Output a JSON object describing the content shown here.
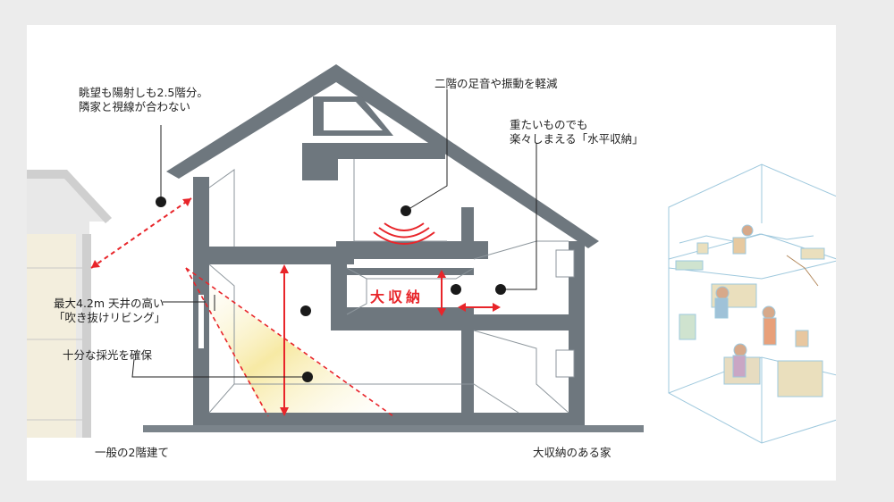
{
  "labels": {
    "view_line1": "眺望も陽射しも2.5階分。",
    "view_line2": "隣家と視線が合わない",
    "footstep": "二階の足音や振動を軽減",
    "heavy_line1": "重たいものでも",
    "heavy_line2": "楽々しまえる「水平収納」",
    "ceiling_line1": "最大4.2m 天井の高い",
    "ceiling_line2": "「吹き抜けリビング」",
    "daylight": "十分な採光を確保",
    "storage_room": "大収納",
    "caption_left": "一般の2階建て",
    "caption_right": "大収納のある家"
  },
  "colors": {
    "background": "#ececec",
    "paper": "#ffffff",
    "wall": "#6e777e",
    "accent_red": "#e8252a",
    "sunlight": "#f6e79a",
    "neighbor_house": "#d3d3d3",
    "illustration_line": "#9ec8dd"
  }
}
